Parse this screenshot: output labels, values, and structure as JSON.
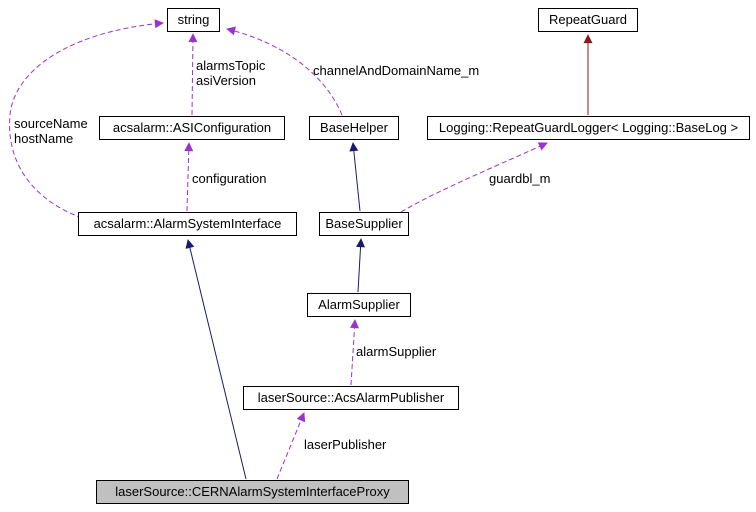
{
  "colors": {
    "inheritance": "#191970",
    "usage": "#9a32cd",
    "inheritance_red": "#8b1a1a",
    "node_border": "#000000",
    "node_fill": "#ffffff",
    "focused_node_fill": "#c0c0c0"
  },
  "nodes": [
    {
      "id": "string",
      "label": "string"
    },
    {
      "id": "repeat-guard",
      "label": "RepeatGuard"
    },
    {
      "id": "asi-configuration",
      "label": "acsalarm::ASIConfiguration"
    },
    {
      "id": "base-helper",
      "label": "BaseHelper"
    },
    {
      "id": "repeat-guard-logger",
      "label": "Logging::RepeatGuardLogger< Logging::BaseLog >"
    },
    {
      "id": "alarm-system-interface",
      "label": "acsalarm::AlarmSystemInterface"
    },
    {
      "id": "base-supplier",
      "label": "BaseSupplier"
    },
    {
      "id": "alarm-supplier",
      "label": "AlarmSupplier"
    },
    {
      "id": "acs-alarm-publisher",
      "label": "laserSource::AcsAlarmPublisher"
    },
    {
      "id": "cern-alarm-proxy",
      "label": "laserSource::CERNAlarmSystemInterfaceProxy"
    }
  ],
  "edge_labels": [
    {
      "id": "alarmsTopic-asiVersion",
      "lines": [
        "alarmsTopic",
        "asiVersion"
      ]
    },
    {
      "id": "channelAndDomainName_m",
      "lines": [
        "channelAndDomainName_m"
      ]
    },
    {
      "id": "sourceName-hostName",
      "lines": [
        "sourceName",
        "hostName"
      ]
    },
    {
      "id": "configuration",
      "lines": [
        "configuration"
      ]
    },
    {
      "id": "guardbl_m",
      "lines": [
        "guardbl_m"
      ]
    },
    {
      "id": "alarmSupplier",
      "lines": [
        "alarmSupplier"
      ]
    },
    {
      "id": "laserPublisher",
      "lines": [
        "laserPublisher"
      ]
    }
  ],
  "edges": [
    {
      "from": "acsalarm::ASIConfiguration",
      "to": "string",
      "type": "usage",
      "label": "alarmsTopic asiVersion"
    },
    {
      "from": "BaseHelper",
      "to": "string",
      "type": "usage",
      "label": "channelAndDomainName_m"
    },
    {
      "from": "acsalarm::AlarmSystemInterface",
      "to": "string",
      "type": "usage",
      "label": "sourceName hostName"
    },
    {
      "from": "acsalarm::AlarmSystemInterface",
      "to": "acsalarm::ASIConfiguration",
      "type": "usage",
      "label": "configuration"
    },
    {
      "from": "BaseSupplier",
      "to": "Logging::RepeatGuardLogger< Logging::BaseLog >",
      "type": "usage",
      "label": "guardbl_m"
    },
    {
      "from": "laserSource::AcsAlarmPublisher",
      "to": "AlarmSupplier",
      "type": "usage",
      "label": "alarmSupplier"
    },
    {
      "from": "laserSource::CERNAlarmSystemInterfaceProxy",
      "to": "laserSource::AcsAlarmPublisher",
      "type": "usage",
      "label": "laserPublisher"
    },
    {
      "from": "laserSource::CERNAlarmSystemInterfaceProxy",
      "to": "acsalarm::AlarmSystemInterface",
      "type": "inheritance",
      "label": ""
    },
    {
      "from": "AlarmSupplier",
      "to": "BaseSupplier",
      "type": "inheritance",
      "label": ""
    },
    {
      "from": "BaseSupplier",
      "to": "BaseHelper",
      "type": "inheritance",
      "label": ""
    },
    {
      "from": "Logging::RepeatGuardLogger< Logging::BaseLog >",
      "to": "RepeatGuard",
      "type": "inheritance-red",
      "label": ""
    }
  ]
}
